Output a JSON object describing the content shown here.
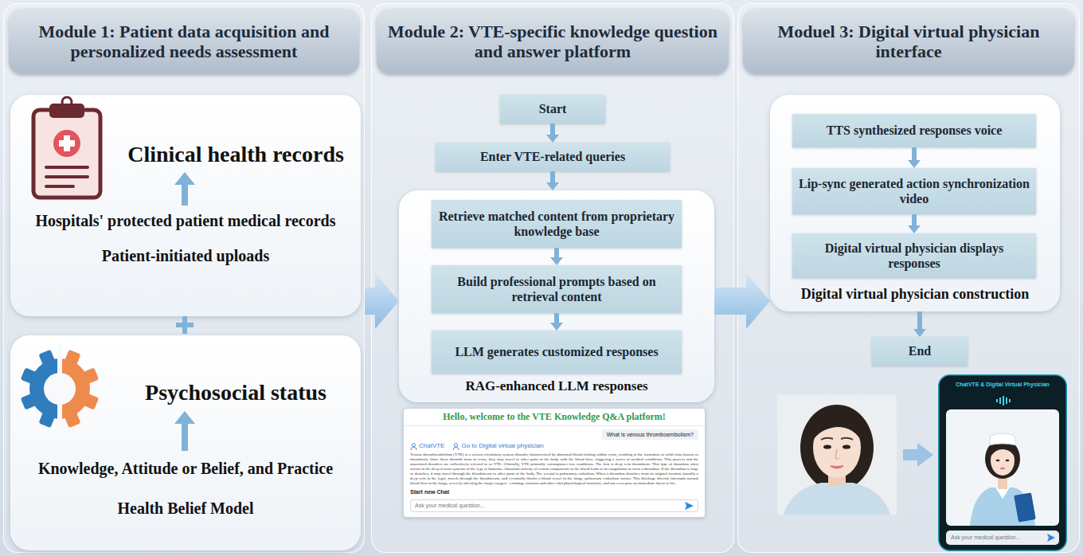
{
  "diagram": {
    "nodes": [
      {
        "text": [
          "Module 1: Patient data acquisition and personalized needs assessment"
        ]
      },
      {
        "text": [
          "Clinical health records",
          "Hospitals' protected patient medical records",
          "Patient-initiated uploads"
        ],
        "in": 0
      },
      {
        "text": [
          "Psychosocial status",
          "Knowledge, Attitude or Belief, and Practice",
          "Health Belief Model"
        ],
        "in": 0
      },
      {
        "text": [
          "Module 2: VTE-specific knowledge question and answer platform"
        ]
      },
      {
        "text": [
          "Start"
        ],
        "in": 3
      },
      {
        "text": [
          "Enter VTE-related queries"
        ],
        "in": 3
      },
      {
        "text": [
          "RAG-enhanced LLM responses"
        ],
        "in": 3
      },
      {
        "text": [
          "Retrieve matched content from proprietary knowledge base"
        ],
        "in": 6
      },
      {
        "text": [
          "Build professional prompts based on retrieval content"
        ],
        "in": 6
      },
      {
        "text": [
          "LLM generates customized responses"
        ],
        "in": 6
      },
      {
        "text": [
          "Moduel 3: Digital virtual physician interface"
        ]
      },
      {
        "text": [
          "Digital virtual physician construction"
        ],
        "in": 10
      },
      {
        "text": [
          "TTS synthesized responses voice"
        ],
        "in": 11
      },
      {
        "text": [
          "Lip-sync generated action synchronization video"
        ],
        "in": 11
      },
      {
        "text": [
          "Digital virtual physician displays responses"
        ],
        "in": 11
      },
      {
        "text": [
          "End"
        ],
        "in": 10
      }
    ],
    "edges": [
      {
        "from": 0,
        "to": 6,
        "arrow": "to"
      },
      {
        "from": 6,
        "to": 11,
        "arrow": "to"
      },
      {
        "from": 4,
        "to": 5,
        "arrow": "to"
      },
      {
        "from": 5,
        "to": 6,
        "arrow": "to"
      },
      {
        "from": 7,
        "to": 8,
        "arrow": "to"
      },
      {
        "from": 8,
        "to": 9,
        "arrow": "to"
      },
      {
        "from": 12,
        "to": 13,
        "arrow": "to"
      },
      {
        "from": 13,
        "to": 14,
        "arrow": "to"
      },
      {
        "from": 11,
        "to": 15,
        "arrow": "to"
      }
    ],
    "labels": [
      "Hello, welcome to the VTE Knowledge Q&A platform!",
      "What is venous thromboembolism?",
      "ChatVTE",
      "Go to Digital virtual physician",
      "Venous thromboembolism (VTE) is a serious circulatory system disorder characterized by abnormal blood clotting within veins, resulting in the formation of solid clots known as thrombosis. Once these thrombi form in veins, they may travel to other parts of the body with the blood flow, triggering a series of medical conditions. This process and the associated disorders are collectively referred to as VTE. Clinically, VTE primarily encompasses two conditions. The first is deep vein thrombosis. This type of thrombus often occurs in the deep venous systems of the legs or buttocks. Abnormal activity of certain components in the blood leads to its coagulation to form a thrombus. If the thrombus is large or detaches, it may travel through the bloodstream to other parts of the body. The second is pulmonary embolism. When a thrombus detaches from its original location (usually a deep vein in the legs), travels through the bloodstream, and eventually blocks a blood vessel in the lungs, pulmonary embolism occurs. This blockage directly interrupts normal blood flow in the lungs, severely affecting the lung's oxygen - exchange function and other vital physiological functions, and can even pose an immediate threat to life.",
      "Start new Chat",
      "Ask your medical question...",
      "ChatVTE & Digital Virtual Physician",
      "Ask your medical question..."
    ]
  }
}
